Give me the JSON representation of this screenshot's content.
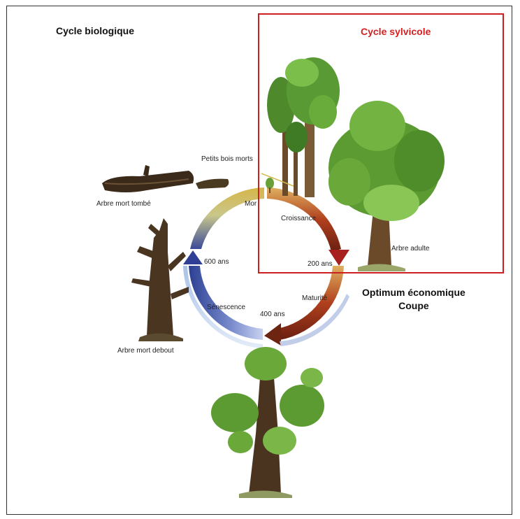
{
  "titles": {
    "biological_cycle": "Cycle biologique",
    "silvicultural_cycle": "Cycle sylvicole",
    "optimum_line1": "Optimum économique",
    "optimum_line2": "Coupe"
  },
  "labels": {
    "small_dead_wood": "Petits bois morts",
    "fallen_dead_tree": "Arbre mort tombé",
    "death": "Mor",
    "growth": "Croissance",
    "adult_tree": "Arbre adulte",
    "age_200": "200 ans",
    "maturity": "Maturité",
    "age_400": "400 ans",
    "senescence": "Sénescence",
    "age_600": "600 ans",
    "standing_dead_tree": "Arbre mort debout"
  },
  "colors": {
    "silvicultural_box": "#cc1f1f",
    "growth_arrow": "#b32020",
    "maturity_arrow": "#7a2b12",
    "senescence_arrow": "#2a3a8c",
    "death_arrow": "#d9b23a"
  }
}
